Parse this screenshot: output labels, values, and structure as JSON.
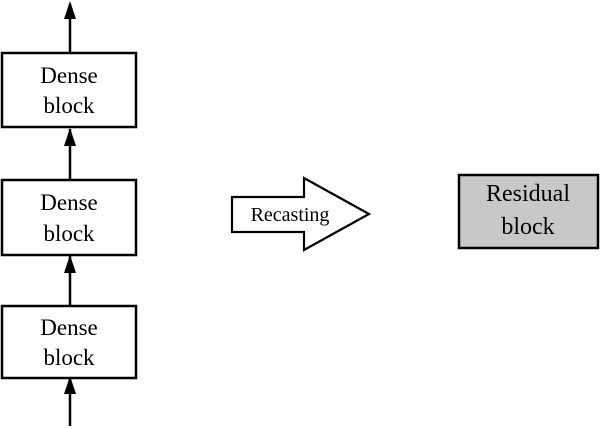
{
  "dense_blocks": [
    {
      "line1": "Dense",
      "line2": "block"
    },
    {
      "line1": "Dense",
      "line2": "block"
    },
    {
      "line1": "Dense",
      "line2": "block"
    }
  ],
  "recast_arrow": {
    "label": "Recasting"
  },
  "residual_block": {
    "line1": "Residual",
    "line2": "block",
    "fill_color": "#c8c8c8"
  },
  "colors": {
    "stroke": "#000000",
    "background": "#ffffff"
  }
}
